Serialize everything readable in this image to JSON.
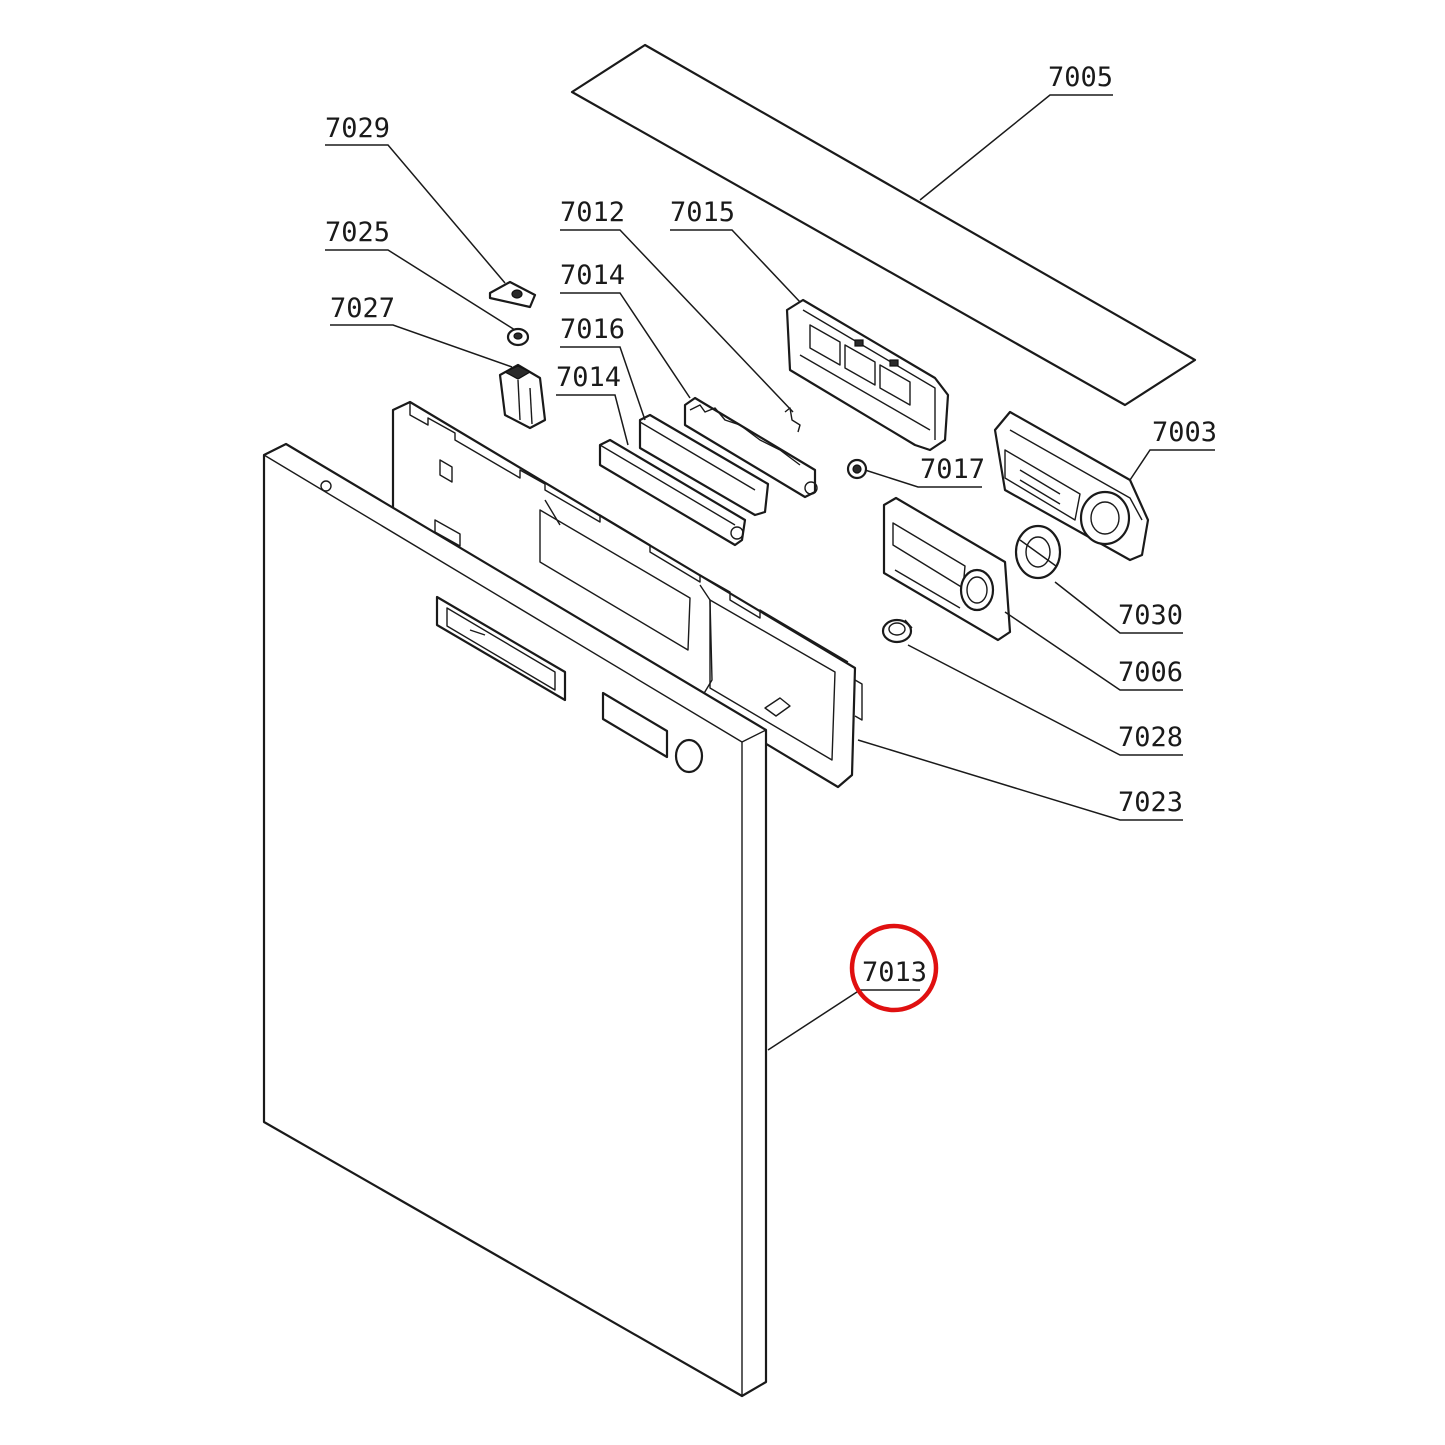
{
  "diagram": {
    "highlighted_part": "7013",
    "highlight_color": "#e01010",
    "line_color": "#1a1a1a",
    "callouts": [
      {
        "id": "c7005",
        "label": "7005"
      },
      {
        "id": "c7029",
        "label": "7029"
      },
      {
        "id": "c7025",
        "label": "7025"
      },
      {
        "id": "c7027",
        "label": "7027"
      },
      {
        "id": "c7012",
        "label": "7012"
      },
      {
        "id": "c7015",
        "label": "7015"
      },
      {
        "id": "c7014a",
        "label": "7014"
      },
      {
        "id": "c7016",
        "label": "7016"
      },
      {
        "id": "c7014b",
        "label": "7014"
      },
      {
        "id": "c7017",
        "label": "7017"
      },
      {
        "id": "c7003",
        "label": "7003"
      },
      {
        "id": "c7030",
        "label": "7030"
      },
      {
        "id": "c7006",
        "label": "7006"
      },
      {
        "id": "c7028",
        "label": "7028"
      },
      {
        "id": "c7023",
        "label": "7023"
      },
      {
        "id": "c7013",
        "label": "7013"
      }
    ]
  }
}
